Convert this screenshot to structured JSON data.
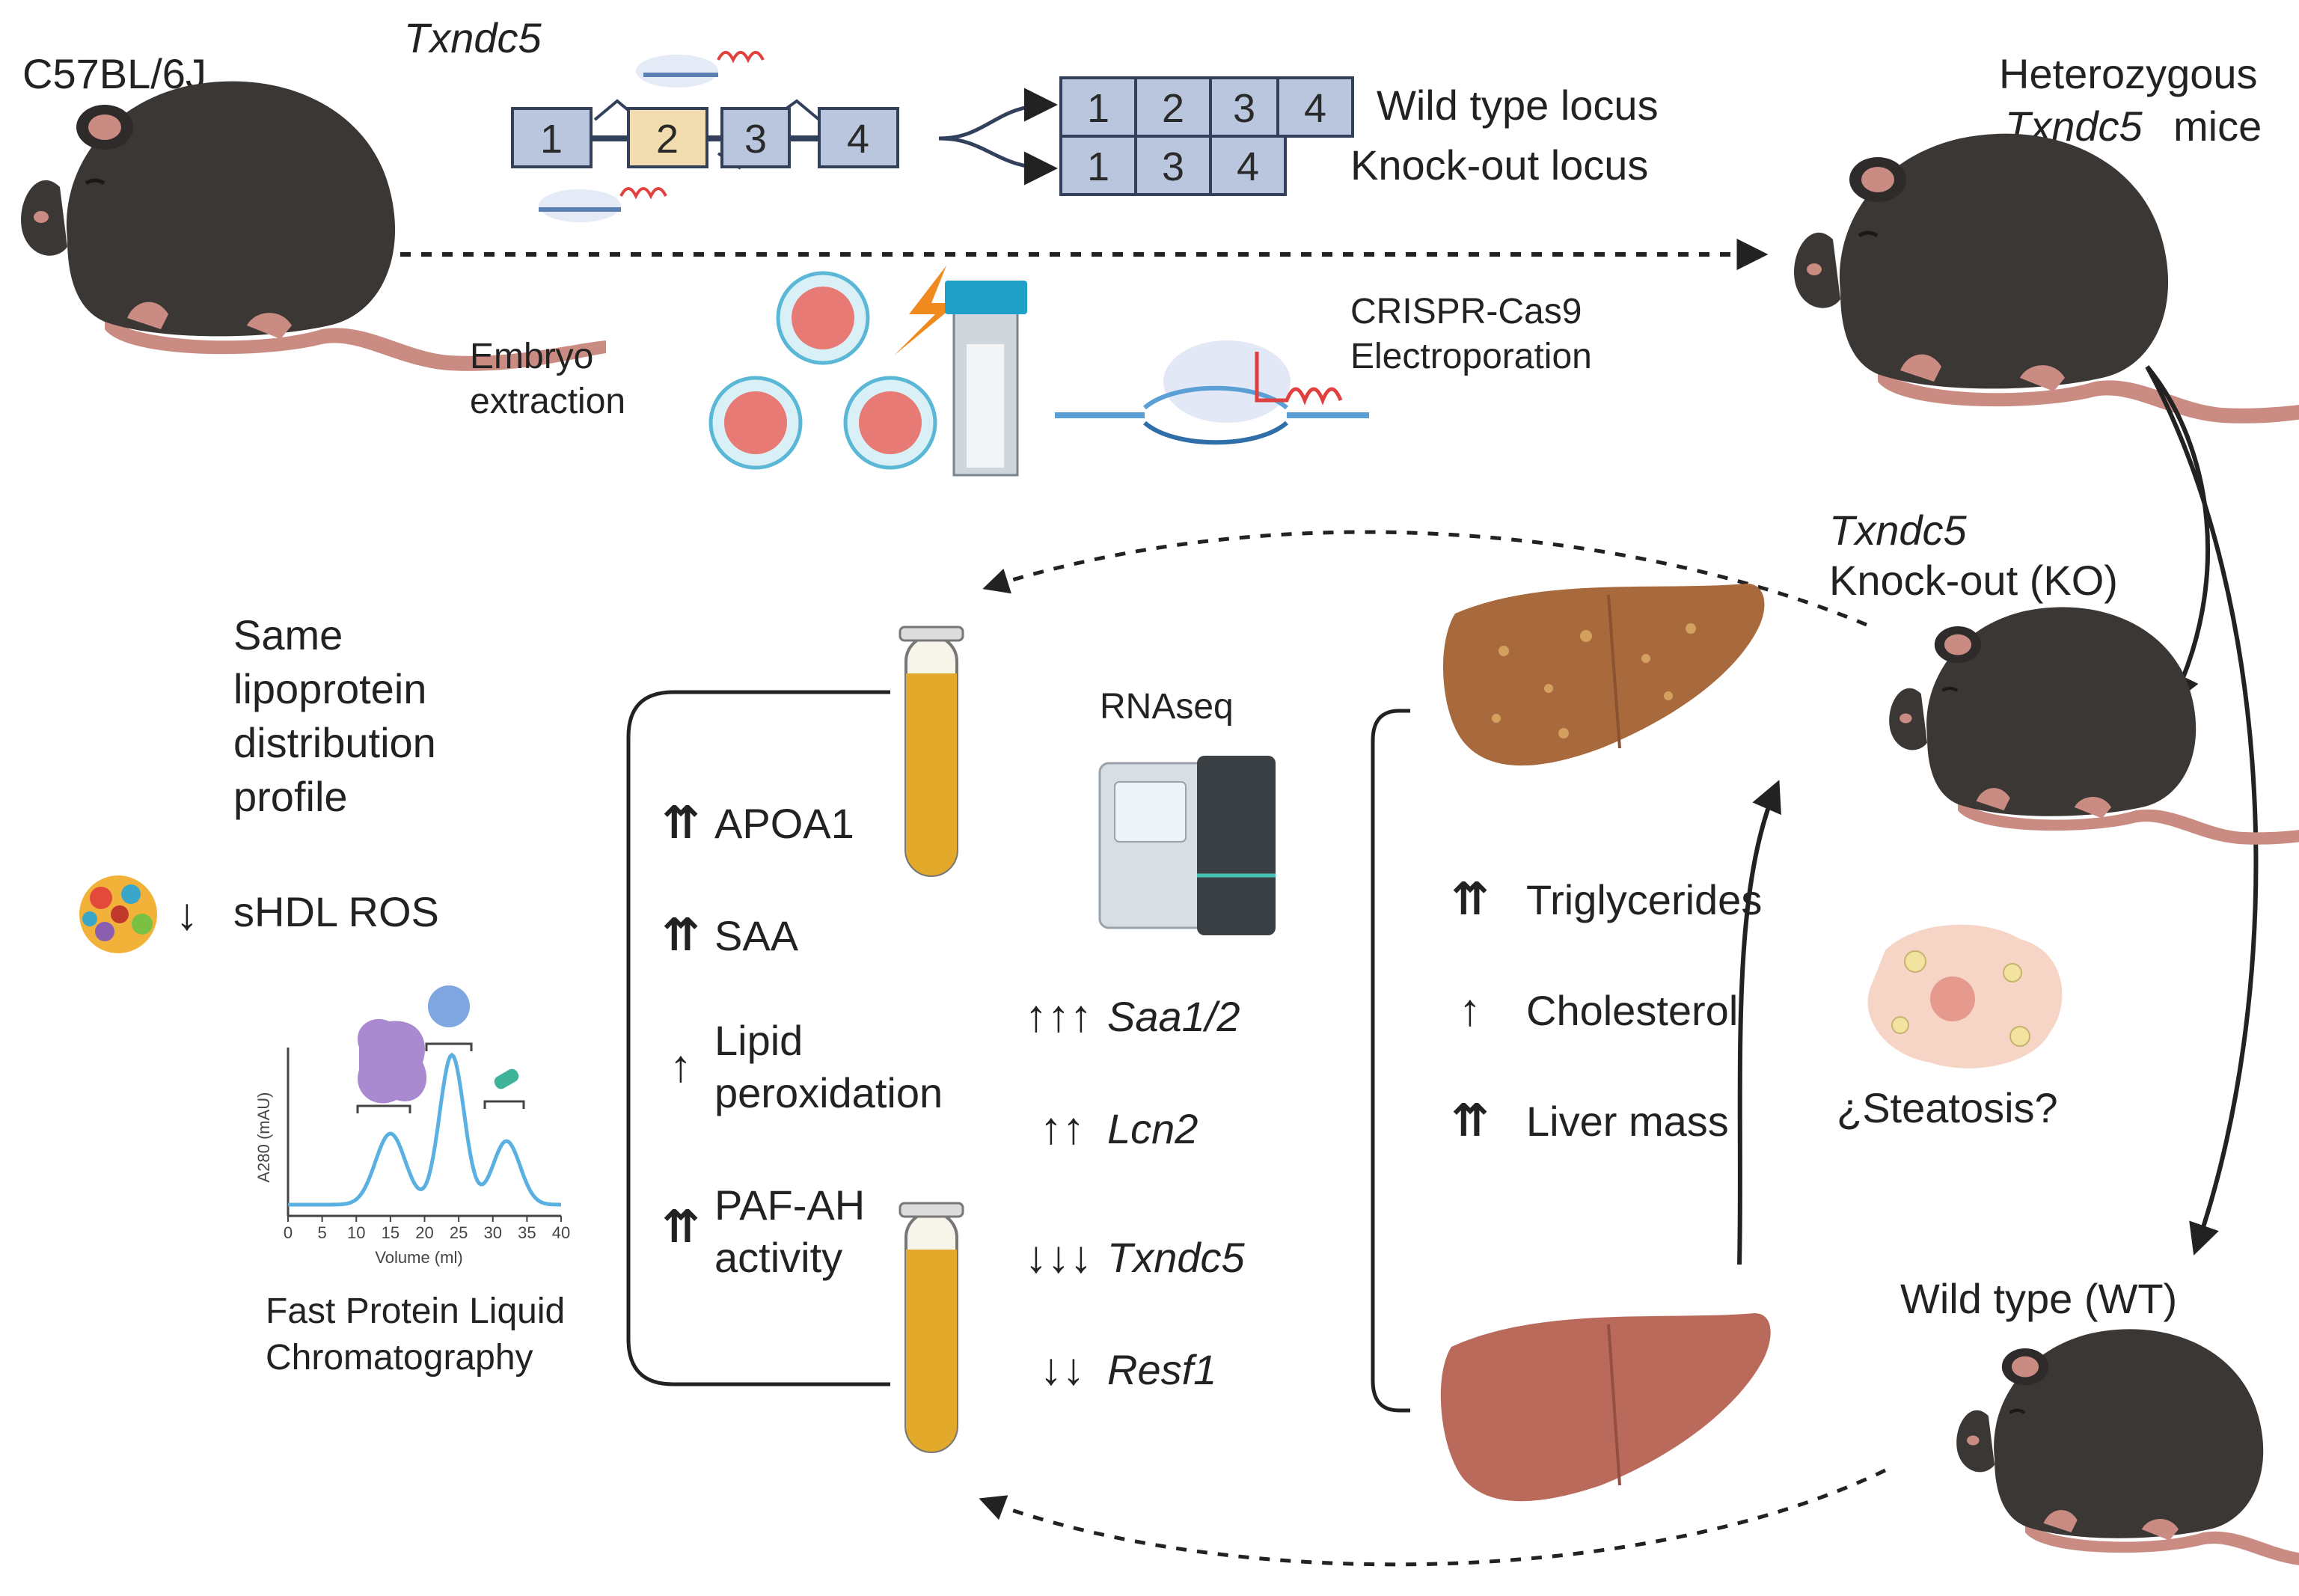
{
  "colors": {
    "mouse_body": "#3b3735",
    "mouse_tail": "#c98b82",
    "liver_steatotic": "#a86a3c",
    "liver_healthy": "#b96a5a",
    "blood_tube": "#e3a92b",
    "exon_fill": "#b9c6dd",
    "exon_highlight": "#f0dcae",
    "arrow": "#222222"
  },
  "mice": {
    "founder_label": "C57BL/6J",
    "heterozygous_label_1": "Heterozygous",
    "heterozygous_gene": "Txndc5",
    "heterozygous_label_2": "mice",
    "ko_gene": "Txndc5",
    "ko_label": "Knock-out (KO)",
    "wt_label": "Wild type (WT)"
  },
  "gene_construct": {
    "gene_name": "Txndc5",
    "exons": [
      "1",
      "2",
      "3",
      "4"
    ],
    "wild_type_exons": [
      "1",
      "2",
      "3",
      "4"
    ],
    "knockout_exons": [
      "1",
      "3",
      "4"
    ],
    "wild_type_label": "Wild type locus",
    "knockout_label": "Knock-out locus"
  },
  "generation": {
    "embryo_label_1": "Embryo",
    "embryo_label_2": "extraction",
    "crispr_label_1": "CRISPR-Cas9",
    "crispr_label_2": "Electroporation"
  },
  "hdl_panel": {
    "line1": "Same",
    "line2": "lipoprotein",
    "line3": "distribution",
    "line4": "profile",
    "ros_label": "sHDL ROS",
    "fplc_label_1": "Fast Protein Liquid",
    "fplc_label_2": "Chromatography",
    "fplc_xlabel": "Volume (ml)",
    "fplc_ylabel": "A280 (mAU)",
    "fplc_ticks": [
      "0",
      "5",
      "10",
      "15",
      "20",
      "25",
      "30",
      "35",
      "40"
    ]
  },
  "plasma_findings": [
    {
      "arrow": "⇈",
      "line1": "APOA1",
      "line2": ""
    },
    {
      "arrow": "⇈",
      "line1": "SAA",
      "line2": ""
    },
    {
      "arrow": "↑",
      "line1": "Lipid",
      "line2": "peroxidation"
    },
    {
      "arrow": "⇈",
      "line1": "PAF-AH",
      "line2": "activity"
    }
  ],
  "rnaseq": {
    "title": "RNAseq",
    "genes": [
      {
        "arrow": "↑↑↑",
        "name": "Saa1/2"
      },
      {
        "arrow": "↑↑",
        "name": "Lcn2"
      },
      {
        "arrow": "↓↓↓",
        "name": "Txndc5"
      },
      {
        "arrow": "↓↓",
        "name": "Resf1"
      }
    ]
  },
  "liver_findings": [
    {
      "arrow": "⇈",
      "label": "Triglycerides"
    },
    {
      "arrow": "↑",
      "label": "Cholesterol"
    },
    {
      "arrow": "⇈",
      "label": "Liver mass"
    }
  ],
  "steatosis_label": "¿Steatosis?"
}
